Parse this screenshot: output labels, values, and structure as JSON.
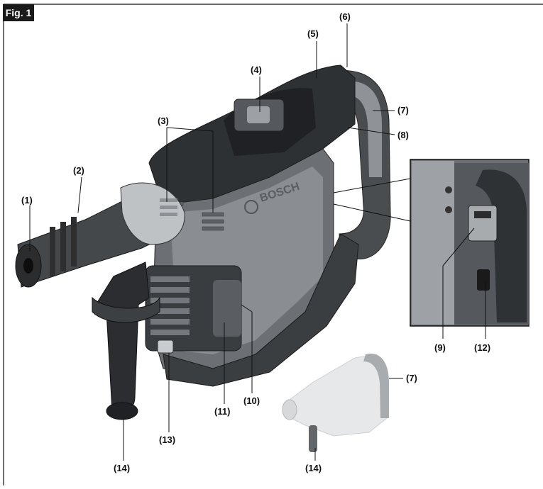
{
  "figure": {
    "tag": "Fig. 1",
    "brand": "BOSCH",
    "callouts": [
      "(1)",
      "(2)",
      "(3)",
      "(4)",
      "(5)",
      "(6)",
      "(7)",
      "(8)",
      "(9)",
      "(10)",
      "(11)",
      "(12)",
      "(13)",
      "(14)",
      "(7)",
      "(14)"
    ]
  },
  "colors": {
    "body_dark": "#3c3f42",
    "body_mid": "#6e7276",
    "body_light": "#b9bcbf",
    "handle_red": "#8a8e92",
    "line": "#222222"
  }
}
